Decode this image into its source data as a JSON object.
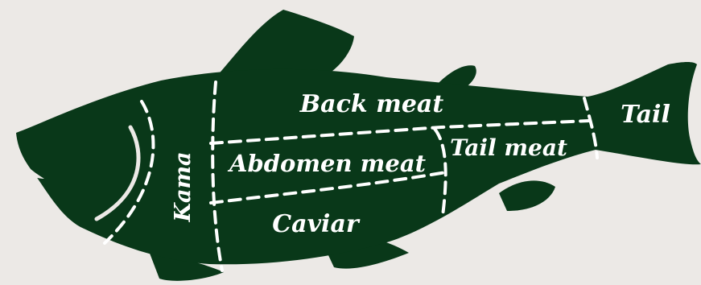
{
  "colors": {
    "background": "#ece9e6",
    "fish": "#093819",
    "lines": "#ffffff",
    "labels": "#ffffff"
  },
  "cuts": {
    "kama": "Kama",
    "back_meat": "Back meat",
    "abdomen_meat": "Abdomen meat",
    "tail_meat": "Tail meat",
    "caviar": "Caviar",
    "tail": "Tail"
  }
}
